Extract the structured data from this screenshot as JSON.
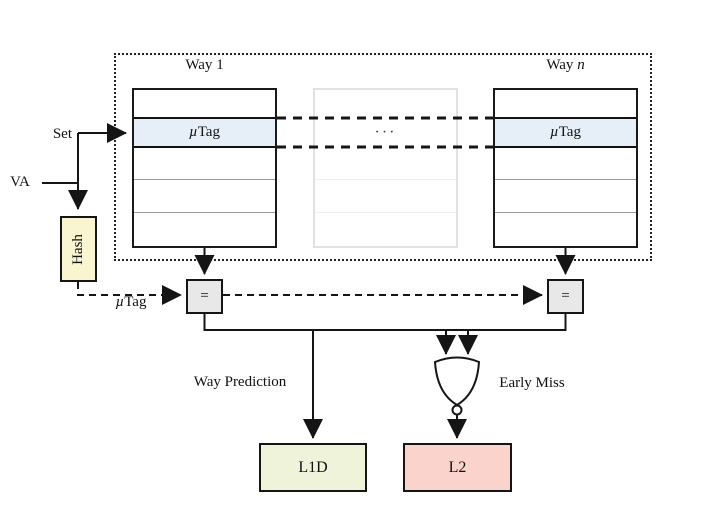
{
  "colors": {
    "utag_row": "#e6eef7",
    "hash_box": "#f9f5d0",
    "eq_box": "#e8e8e8",
    "l1d_box": "#eef3d9",
    "l2_box": "#f9d3cc",
    "line": "#151515"
  },
  "cache": {
    "way1_prefix": "Way",
    "way1_index": "1",
    "wayn_prefix": "Way",
    "wayn_index": "n",
    "mu": "µ",
    "tag": "Tag",
    "ellipsis": "···"
  },
  "wires": {
    "set": "Set",
    "va": "VA",
    "hash": "Hash",
    "mu": "µ",
    "tag": "Tag",
    "eq": "=",
    "way_prediction": "Way Prediction",
    "early_miss": "Early Miss"
  },
  "outputs": {
    "l1d": "L1D",
    "l2": "L2"
  }
}
